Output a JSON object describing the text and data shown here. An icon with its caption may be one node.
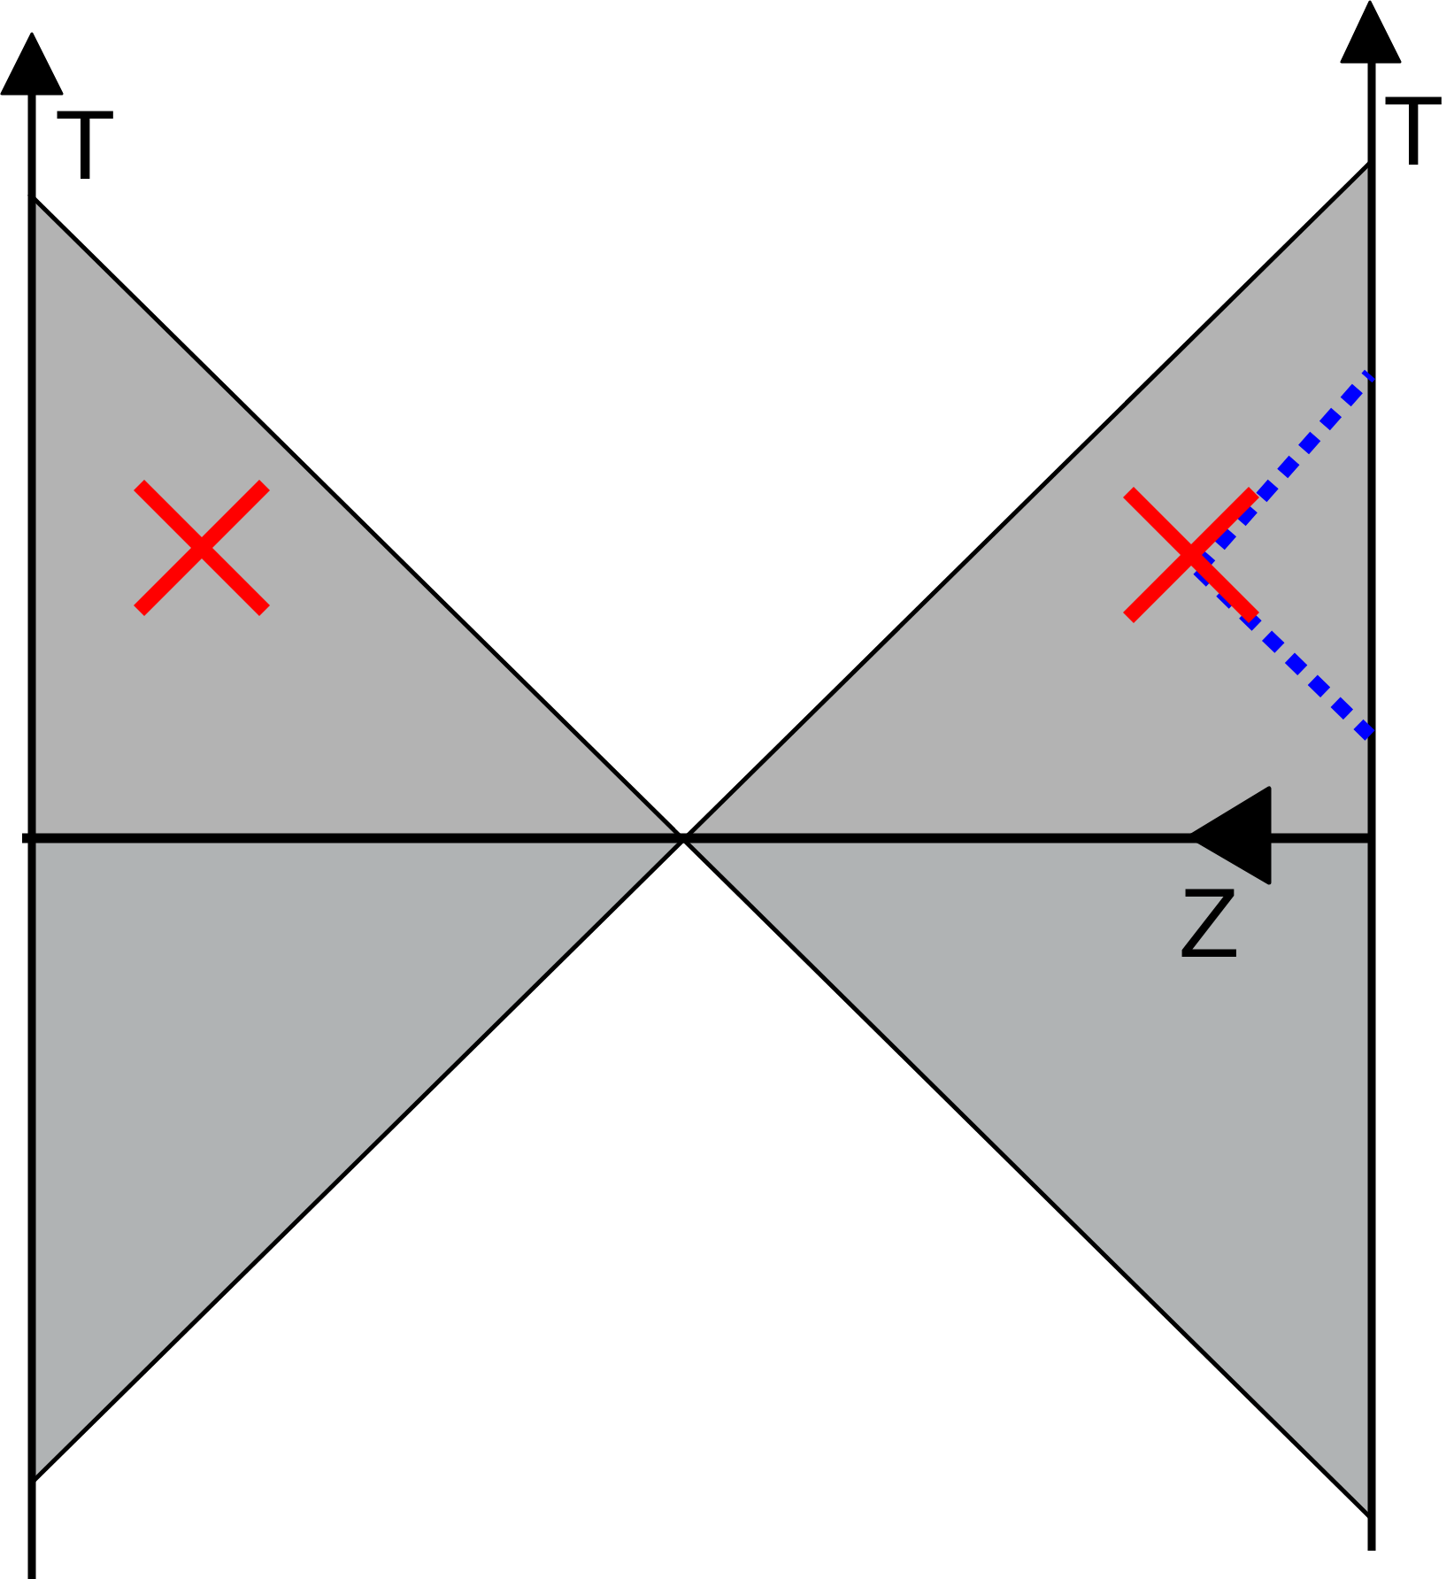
{
  "diagram": {
    "labels": [
      "T",
      "T",
      "Z"
    ]
  }
}
